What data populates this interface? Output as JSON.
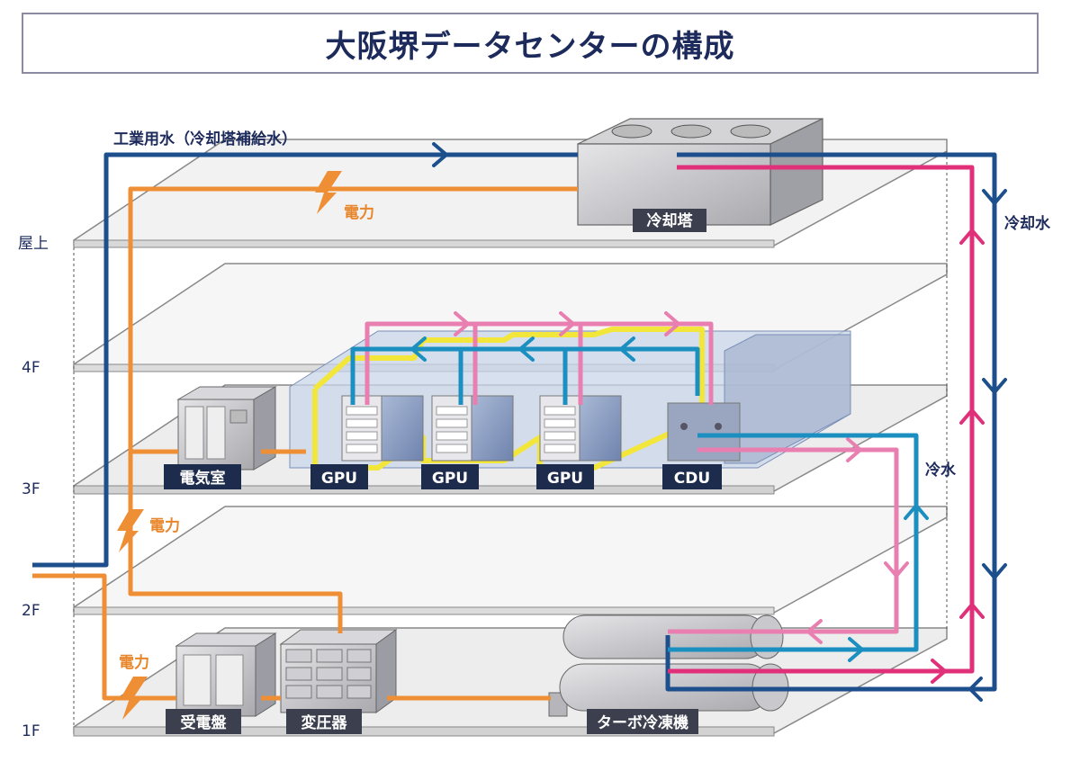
{
  "title": "大阪堺データセンターの構成",
  "floors": {
    "roof": "屋上",
    "f4": "4F",
    "f3": "3F",
    "f2": "2F",
    "f1": "1F"
  },
  "flows": {
    "industrial_water": "工業用水（冷却塔補給水）",
    "power_top": "電力",
    "power_mid": "電力",
    "power_low": "電力",
    "cooling_water": "冷却水",
    "chilled_water": "冷水"
  },
  "equipment": {
    "cooling_tower": "冷却塔",
    "electrical_room": "電気室",
    "gpu_1": "GPU",
    "gpu_2": "GPU",
    "gpu_3": "GPU",
    "cdu": "CDU",
    "power_receiving": "受電盤",
    "transformer": "変圧器",
    "turbo_chiller": "ターボ冷凍機"
  },
  "colors": {
    "navy": "#1d4f8c",
    "magenta": "#e0307a",
    "pink": "#e87fb0",
    "cyan": "#1a8fc0",
    "orange": "#ef8f35",
    "yellow": "#f3e63a",
    "tag_bg": "#1d2b4c"
  }
}
